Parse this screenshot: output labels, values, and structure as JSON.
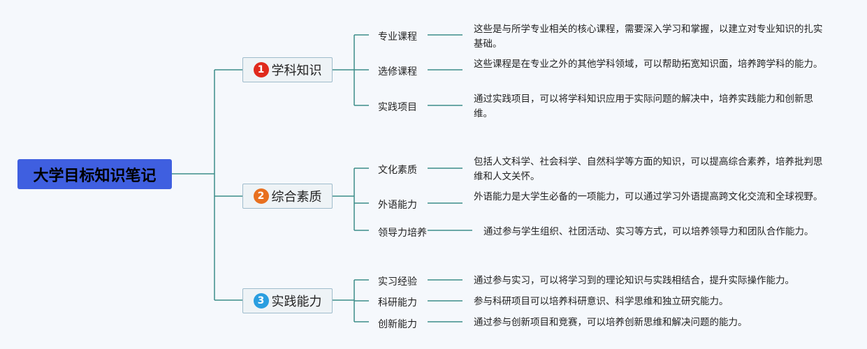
{
  "root": {
    "label": "大学目标知识笔记",
    "color": "#3f5fe0"
  },
  "line_color": "#3d8e8a",
  "branches": [
    {
      "number": "1",
      "badge_color": "#e02a1c",
      "label": "学科知识",
      "children": [
        {
          "label": "专业课程",
          "desc": "这些是与所学专业相关的核心课程，需要深入学习和掌握，以建立对专业知识的扎实基础。"
        },
        {
          "label": "选修课程",
          "desc": "这些课程是在专业之外的其他学科领域，可以帮助拓宽知识面，培养跨学科的能力。"
        },
        {
          "label": "实践项目",
          "desc": "通过实践项目，可以将学科知识应用于实际问题的解决中，培养实践能力和创新思维。"
        }
      ]
    },
    {
      "number": "2",
      "badge_color": "#e8701f",
      "label": "综合素质",
      "children": [
        {
          "label": "文化素质",
          "desc": "包括人文科学、社会科学、自然科学等方面的知识，可以提高综合素养，培养批判思维和人文关怀。"
        },
        {
          "label": "外语能力",
          "desc": "外语能力是大学生必备的一项能力，可以通过学习外语提高跨文化交流和全球视野。"
        },
        {
          "label": "领导力培养",
          "desc": "通过参与学生组织、社团活动、实习等方式，可以培养领导力和团队合作能力。"
        }
      ]
    },
    {
      "number": "3",
      "badge_color": "#2a9ee0",
      "label": "实践能力",
      "children": [
        {
          "label": "实习经验",
          "desc": "通过参与实习，可以将学习到的理论知识与实践相结合，提升实际操作能力。"
        },
        {
          "label": "科研能力",
          "desc": "参与科研项目可以培养科研意识、科学思维和独立研究能力。"
        },
        {
          "label": "创新能力",
          "desc": "通过参与创新项目和竞赛，可以培养创新思维和解决问题的能力。"
        }
      ]
    }
  ]
}
